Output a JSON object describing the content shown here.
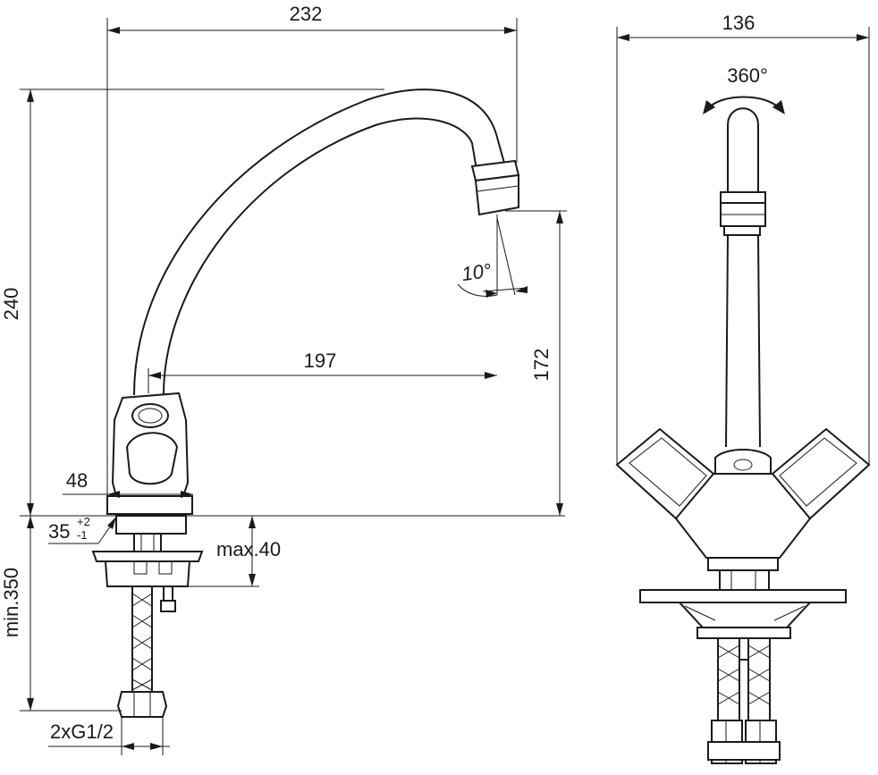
{
  "dimensions": {
    "overall_width": "232",
    "side_width": "136",
    "rotation": "360°",
    "overall_height": "240",
    "spout_angle": "10°",
    "spout_reach": "197",
    "spout_height": "172",
    "base_width": "48",
    "base_tolerance_value": "35",
    "tolerance_upper": "+2",
    "tolerance_lower": "-1",
    "max_deck_thickness": "max.40",
    "min_hose_length": "min.350",
    "connection_thread": "2xG1/2"
  }
}
